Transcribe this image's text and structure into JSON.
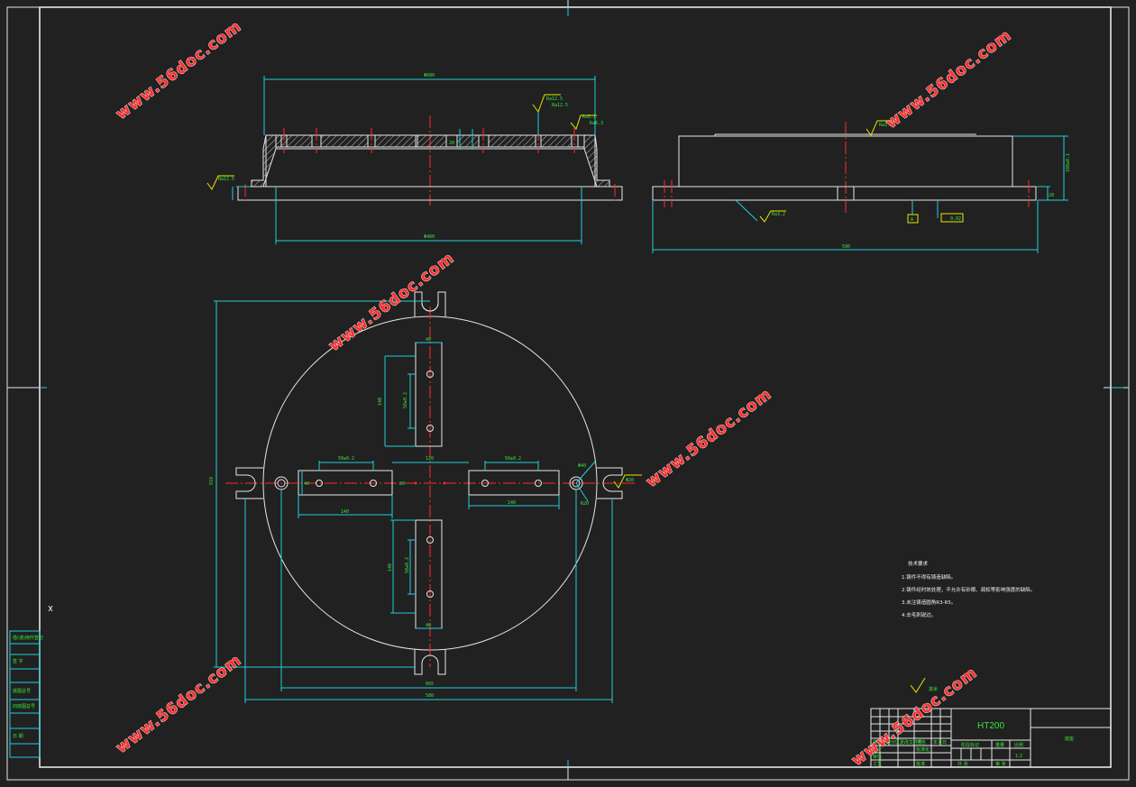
{
  "watermark": {
    "text": "www.56doc.com"
  },
  "material": "HT200",
  "part_name": "底座",
  "technical_requirements": {
    "heading": "技术要求",
    "items": [
      "1.铸件不得有铸造缺陷。",
      "2.铸件经时效处理，不允许有砂眼、疏松等影响强度的缺陷。",
      "3.未注铸造圆角R3-R5。",
      "4.去毛刺锐边。"
    ]
  },
  "side_stamps": [
    "借(通)用件登记",
    "旧底图总号",
    "底图总号",
    "签 字",
    "日 期"
  ],
  "title_block": {
    "row_labels": [
      "标记",
      "处数",
      "分区",
      "更改文件号",
      "签名",
      "年月日"
    ],
    "design_labels": [
      "设计",
      "审核",
      "工艺",
      "标准化",
      "批准"
    ],
    "stage_labels": [
      "阶段标记",
      "重量",
      "比例"
    ],
    "scale": "1:2",
    "sheet": [
      "共 张",
      "第 张"
    ]
  },
  "dimensions": {
    "front_top": "Φ680",
    "front_bottom": "Φ480",
    "right_width": "590",
    "right_height": "100±0.1",
    "right_step": "28",
    "plan_left": "918",
    "plan_bottom_inner": "665",
    "plan_bottom_outer": "580",
    "slot_width": "40",
    "slot_len_v": "140",
    "slot_len_h": "140",
    "slot_gap_h": "120",
    "slot_gap_v": "80",
    "hole_pitch": "50±0.2",
    "hole_pitch_v": "50±0.2",
    "ear_dia": "Φ40",
    "ear_slot": "Φ20",
    "ear_r": "R20",
    "center_tick": "20"
  },
  "roughness": {
    "front_a": "Ra12.5",
    "front_b": "Ra3.2",
    "front_c": "Ra6.3",
    "front_d": "Ra12.5",
    "right_a": "Ra3.2",
    "right_b": "Ra3.2",
    "right_ref": "A",
    "flatness": "0.02",
    "slot_ra": "Ra12.5",
    "other": "其余"
  }
}
